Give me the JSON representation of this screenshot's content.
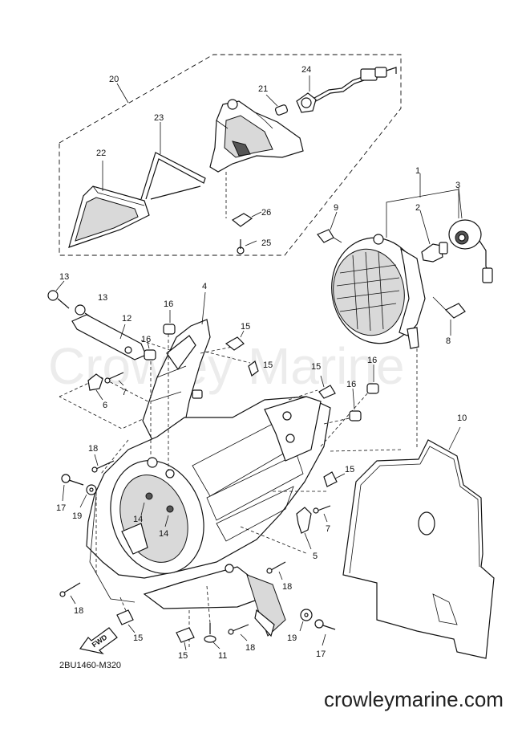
{
  "watermark": "Crowley Marine",
  "diagram_code": "2BU1460-M320",
  "site_url": "crowleymarine.com",
  "fwd_label": "FWD",
  "callouts": [
    {
      "id": "c1",
      "text": "1"
    },
    {
      "id": "c2",
      "text": "2"
    },
    {
      "id": "c3",
      "text": "3"
    },
    {
      "id": "c4",
      "text": "4"
    },
    {
      "id": "c5",
      "text": "5"
    },
    {
      "id": "c6",
      "text": "6"
    },
    {
      "id": "c7a",
      "text": "7"
    },
    {
      "id": "c7b",
      "text": "7"
    },
    {
      "id": "c8",
      "text": "8"
    },
    {
      "id": "c9",
      "text": "9"
    },
    {
      "id": "c10",
      "text": "10"
    },
    {
      "id": "c11",
      "text": "11"
    },
    {
      "id": "c12",
      "text": "12"
    },
    {
      "id": "c13a",
      "text": "13"
    },
    {
      "id": "c13b",
      "text": "13"
    },
    {
      "id": "c14a",
      "text": "14"
    },
    {
      "id": "c14b",
      "text": "14"
    },
    {
      "id": "c15a",
      "text": "15"
    },
    {
      "id": "c15b",
      "text": "15"
    },
    {
      "id": "c15c",
      "text": "15"
    },
    {
      "id": "c15d",
      "text": "15"
    },
    {
      "id": "c15e",
      "text": "15"
    },
    {
      "id": "c15f",
      "text": "15"
    },
    {
      "id": "c16a",
      "text": "16"
    },
    {
      "id": "c16b",
      "text": "16"
    },
    {
      "id": "c16c",
      "text": "16"
    },
    {
      "id": "c16d",
      "text": "16"
    },
    {
      "id": "c17a",
      "text": "17"
    },
    {
      "id": "c17b",
      "text": "17"
    },
    {
      "id": "c18a",
      "text": "18"
    },
    {
      "id": "c18b",
      "text": "18"
    },
    {
      "id": "c18c",
      "text": "18"
    },
    {
      "id": "c18d",
      "text": "18"
    },
    {
      "id": "c19a",
      "text": "19"
    },
    {
      "id": "c19b",
      "text": "19"
    },
    {
      "id": "c20",
      "text": "20"
    },
    {
      "id": "c21",
      "text": "21"
    },
    {
      "id": "c22",
      "text": "22"
    },
    {
      "id": "c23",
      "text": "23"
    },
    {
      "id": "c24",
      "text": "24"
    },
    {
      "id": "c25",
      "text": "25"
    },
    {
      "id": "c26",
      "text": "26"
    }
  ]
}
